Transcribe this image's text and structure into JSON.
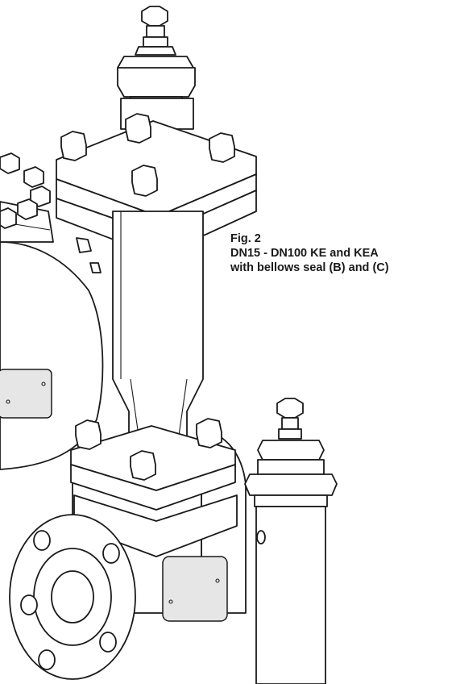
{
  "figure": {
    "caption_line1": "Fig. 2",
    "caption_line2": "DN15 - DN100 KE and KEA",
    "caption_line3": "with bellows seal (B) and (C)"
  }
}
